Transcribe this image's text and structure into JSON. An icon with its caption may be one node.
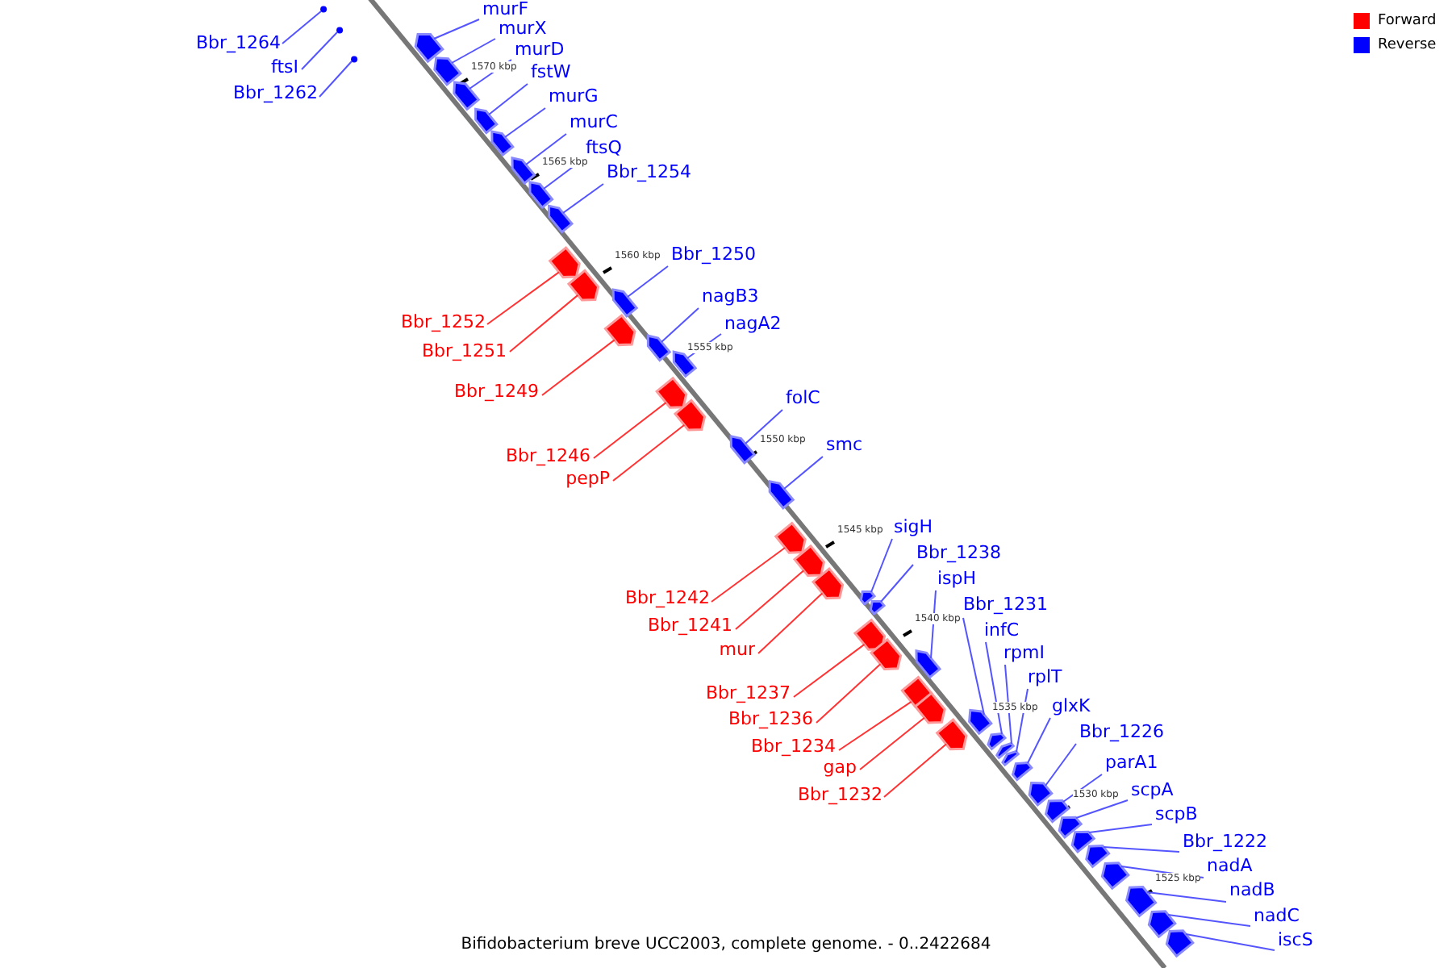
{
  "diagram": {
    "caption": "Bifidobacterium breve UCC2003, complete genome. - 0..2422684",
    "nodes": [
      {
        "text": [
          "murF"
        ]
      },
      {
        "text": [
          "murX"
        ]
      },
      {
        "text": [
          "Bbr_1264"
        ]
      },
      {
        "text": [
          "murD"
        ]
      },
      {
        "text": [
          "ftsI"
        ]
      },
      {
        "text": [
          "fstW"
        ]
      },
      {
        "text": [
          "Bbr_1262"
        ]
      },
      {
        "text": [
          "murG"
        ]
      },
      {
        "text": [
          "murC"
        ]
      },
      {
        "text": [
          "ftsQ"
        ]
      },
      {
        "text": [
          "Bbr_1254"
        ]
      },
      {
        "text": [
          "Bbr_1250"
        ]
      },
      {
        "text": [
          "nagB3"
        ]
      },
      {
        "text": [
          "Bbr_1252"
        ]
      },
      {
        "text": [
          "nagA2"
        ]
      },
      {
        "text": [
          "Bbr_1251"
        ]
      },
      {
        "text": [
          "Bbr_1249"
        ]
      },
      {
        "text": [
          "folC"
        ]
      },
      {
        "text": [
          "smc"
        ]
      },
      {
        "text": [
          "Bbr_1246"
        ]
      },
      {
        "text": [
          "pepP"
        ]
      },
      {
        "text": [
          "sigH"
        ]
      },
      {
        "text": [
          "Bbr_1238"
        ]
      },
      {
        "text": [
          "ispH"
        ]
      },
      {
        "text": [
          "Bbr_1242"
        ]
      },
      {
        "text": [
          "Bbr_1231"
        ]
      },
      {
        "text": [
          "Bbr_1241"
        ]
      },
      {
        "text": [
          "infC"
        ]
      },
      {
        "text": [
          "mur"
        ]
      },
      {
        "text": [
          "rpmI"
        ]
      },
      {
        "text": [
          "rplT"
        ]
      },
      {
        "text": [
          "Bbr_1237"
        ]
      },
      {
        "text": [
          "glxK"
        ]
      },
      {
        "text": [
          "Bbr_1236"
        ]
      },
      {
        "text": [
          "Bbr_1226"
        ]
      },
      {
        "text": [
          "Bbr_1234"
        ]
      },
      {
        "text": [
          "parA1"
        ]
      },
      {
        "text": [
          "gap"
        ]
      },
      {
        "text": [
          "scpA"
        ]
      },
      {
        "text": [
          "Bbr_1232"
        ]
      },
      {
        "text": [
          "scpB"
        ]
      },
      {
        "text": [
          "Bbr_1222"
        ]
      },
      {
        "text": [
          "nadA"
        ]
      },
      {
        "text": [
          "nadB"
        ]
      },
      {
        "text": [
          "nadC"
        ]
      },
      {
        "text": [
          "iscS"
        ]
      },
      {
        "text": [],
        "shape": "dot"
      },
      {
        "text": [],
        "shape": "dot"
      },
      {
        "text": [],
        "shape": "box"
      },
      {
        "text": [],
        "shape": "dot"
      },
      {
        "text": [],
        "shape": "box"
      },
      {
        "text": [],
        "shape": "box"
      },
      {
        "text": [],
        "shape": "box"
      },
      {
        "text": [],
        "shape": "box"
      },
      {
        "text": [],
        "shape": "box"
      },
      {
        "text": [],
        "shape": "box"
      },
      {
        "text": [],
        "shape": "box"
      },
      {
        "text": [],
        "shape": "box"
      },
      {
        "text": [],
        "shape": "box"
      },
      {
        "text": [],
        "shape": "box"
      },
      {
        "text": [],
        "shape": "box"
      },
      {
        "text": [],
        "shape": "box"
      },
      {
        "text": [],
        "shape": "box"
      },
      {
        "text": [],
        "shape": "box"
      },
      {
        "text": [],
        "shape": "box"
      },
      {
        "text": [],
        "shape": "box"
      },
      {
        "text": [],
        "shape": "box"
      },
      {
        "text": [],
        "shape": "box"
      },
      {
        "text": [],
        "shape": "box"
      },
      {
        "text": [],
        "shape": "box"
      },
      {
        "text": [],
        "shape": "box"
      },
      {
        "text": [],
        "shape": "box"
      },
      {
        "text": [],
        "shape": "box"
      },
      {
        "text": [],
        "shape": "box"
      },
      {
        "text": [],
        "shape": "box"
      },
      {
        "text": [],
        "shape": "box"
      },
      {
        "text": [],
        "shape": "box"
      },
      {
        "text": [],
        "shape": "box"
      },
      {
        "text": [],
        "shape": "box"
      },
      {
        "text": [],
        "shape": "box"
      },
      {
        "text": [],
        "shape": "box"
      },
      {
        "text": [],
        "shape": "box"
      },
      {
        "text": [],
        "shape": "box"
      },
      {
        "text": [],
        "shape": "box"
      },
      {
        "text": [],
        "shape": "box"
      },
      {
        "text": [],
        "shape": "box"
      },
      {
        "text": [],
        "shape": "box"
      },
      {
        "text": [],
        "shape": "box"
      },
      {
        "text": [],
        "shape": "box"
      },
      {
        "text": [],
        "shape": "box"
      },
      {
        "text": [],
        "shape": "box"
      },
      {
        "text": [],
        "shape": "box"
      }
    ],
    "edges": [
      {
        "from": 0,
        "to": 48,
        "arrow": "none"
      },
      {
        "from": 1,
        "to": 50,
        "arrow": "none"
      },
      {
        "from": 2,
        "to": 46,
        "arrow": "none"
      },
      {
        "from": 3,
        "to": 51,
        "arrow": "none"
      },
      {
        "from": 4,
        "to": 47,
        "arrow": "none"
      },
      {
        "from": 5,
        "to": 52,
        "arrow": "none"
      },
      {
        "from": 6,
        "to": 49,
        "arrow": "none"
      },
      {
        "from": 7,
        "to": 53,
        "arrow": "none"
      },
      {
        "from": 8,
        "to": 54,
        "arrow": "none"
      },
      {
        "from": 9,
        "to": 55,
        "arrow": "none"
      },
      {
        "from": 10,
        "to": 56,
        "arrow": "none"
      },
      {
        "from": 11,
        "to": 58,
        "arrow": "none"
      },
      {
        "from": 12,
        "to": 60,
        "arrow": "none"
      },
      {
        "from": 13,
        "to": 57,
        "arrow": "none",
        "color": "#ff3333"
      },
      {
        "from": 14,
        "to": 61,
        "arrow": "none"
      },
      {
        "from": 15,
        "to": 59,
        "arrow": "none",
        "color": "#ff3333"
      },
      {
        "from": 16,
        "to": 62,
        "arrow": "none",
        "color": "#ff3333"
      },
      {
        "from": 17,
        "to": 64,
        "arrow": "none"
      },
      {
        "from": 18,
        "to": 66,
        "arrow": "none"
      },
      {
        "from": 19,
        "to": 63,
        "arrow": "none",
        "color": "#ff3333"
      },
      {
        "from": 20,
        "to": 65,
        "arrow": "none",
        "color": "#ff3333"
      },
      {
        "from": 21,
        "to": 68,
        "arrow": "none"
      },
      {
        "from": 22,
        "to": 70,
        "arrow": "none"
      },
      {
        "from": 23,
        "to": 72,
        "arrow": "none"
      },
      {
        "from": 24,
        "to": 67,
        "arrow": "none",
        "color": "#ff3333"
      },
      {
        "from": 25,
        "to": 75,
        "arrow": "none"
      },
      {
        "from": 26,
        "to": 69,
        "arrow": "none",
        "color": "#ff3333"
      },
      {
        "from": 27,
        "to": 77,
        "arrow": "none"
      },
      {
        "from": 28,
        "to": 71,
        "arrow": "none",
        "color": "#ff3333"
      },
      {
        "from": 29,
        "to": 79,
        "arrow": "none"
      },
      {
        "from": 30,
        "to": 80,
        "arrow": "none"
      },
      {
        "from": 31,
        "to": 73,
        "arrow": "none",
        "color": "#ff3333"
      },
      {
        "from": 32,
        "to": 81,
        "arrow": "none"
      },
      {
        "from": 33,
        "to": 74,
        "arrow": "none",
        "color": "#ff3333"
      },
      {
        "from": 34,
        "to": 83,
        "arrow": "none"
      },
      {
        "from": 35,
        "to": 76,
        "arrow": "none",
        "color": "#ff3333"
      },
      {
        "from": 36,
        "to": 84,
        "arrow": "none"
      },
      {
        "from": 37,
        "to": 78,
        "arrow": "none",
        "color": "#ff3333"
      },
      {
        "from": 38,
        "to": 85,
        "arrow": "none"
      },
      {
        "from": 39,
        "to": 82,
        "arrow": "none",
        "color": "#ff3333"
      },
      {
        "from": 40,
        "to": 86,
        "arrow": "none"
      },
      {
        "from": 41,
        "to": 87,
        "arrow": "none"
      },
      {
        "from": 42,
        "to": 88,
        "arrow": "none"
      },
      {
        "from": 43,
        "to": 89,
        "arrow": "none"
      },
      {
        "from": 44,
        "to": 90,
        "arrow": "none"
      },
      {
        "from": 45,
        "to": 91,
        "arrow": "none"
      }
    ],
    "labels": [
      "1570 kbp",
      "1565 kbp",
      "1560 kbp",
      "1555 kbp",
      "1550 kbp",
      "1545 kbp",
      "1540 kbp",
      "1535 kbp",
      "1530 kbp",
      "1525 kbp"
    ],
    "legend": [
      {
        "text": "Forward",
        "color": "#ff0000"
      },
      {
        "text": "Reverse",
        "color": "#0000ff"
      }
    ]
  }
}
